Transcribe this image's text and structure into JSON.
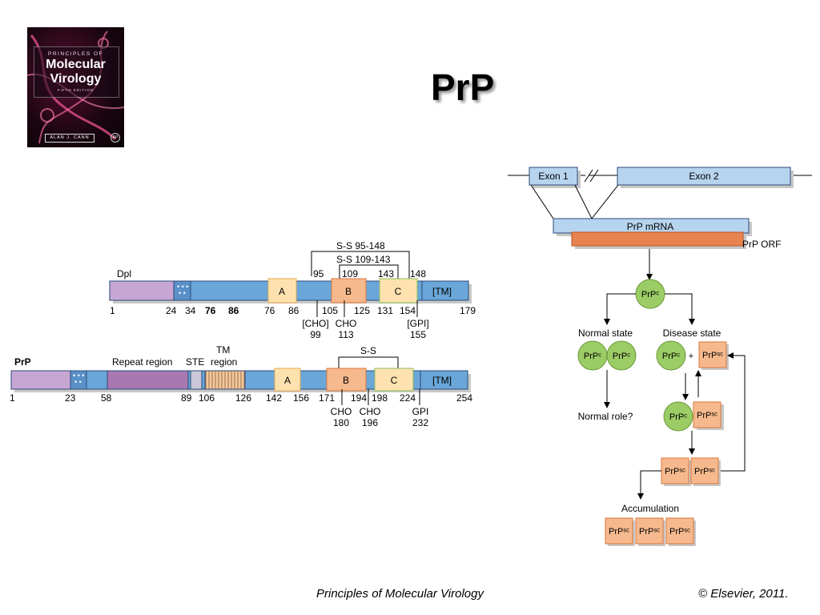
{
  "title": "PrP",
  "book_cover": {
    "series": "PRINCIPLES OF",
    "line1": "Molecular",
    "line2": "Virology",
    "edition": "FIFTH EDITION",
    "author": "ALAN J. CANN",
    "publisher_logo": "AP"
  },
  "footer": {
    "book": "Principles of Molecular Virology",
    "copyright": "© Elsevier, 2011."
  },
  "dpl": {
    "label": "Dpl",
    "ss1": "S-S   95-148",
    "ss2": "S-S 109-143",
    "bracket_left": "95",
    "bracket_109": "109",
    "bracket_143": "143",
    "bracket_148": "148",
    "box_a": "A",
    "box_b": "B",
    "box_c": "C",
    "box_tm": "[TM]",
    "ticks": [
      "1",
      "24",
      "34",
      "76",
      "86",
      "76",
      "86",
      "105",
      "125",
      "131",
      "154",
      "179"
    ],
    "sub1": "[CHO]",
    "sub1n": "99",
    "sub2": "CHO",
    "sub2n": "113",
    "sub3": "[GPI]",
    "sub3n": "155"
  },
  "prp": {
    "label": "PrP",
    "repeat": "Repeat region",
    "ste": "STE",
    "tm1": "TM",
    "tm2": "region",
    "ss": "S-S",
    "box_a": "A",
    "box_b": "B",
    "box_c": "C",
    "box_tm": "[TM]",
    "ticks": [
      "1",
      "23",
      "58",
      "89",
      "106",
      "126",
      "142",
      "156",
      "171",
      "194",
      "198",
      "224",
      "254"
    ],
    "sub1": "CHO",
    "sub1n": "180",
    "sub2": "CHO",
    "sub2n": "196",
    "sub3": "GPI",
    "sub3n": "232"
  },
  "gene": {
    "exon1": "Exon 1",
    "exon2": "Exon 2",
    "mrna": "PrP mRNA",
    "orf": "PrP ORF"
  },
  "pathway": {
    "prpc": "PrPᶜ",
    "prpsc": "PrPˢᶜ",
    "normal_state": "Normal state",
    "disease_state": "Disease state",
    "plus": "+",
    "normal_role": "Normal role?",
    "accumulation": "Accumulation"
  },
  "colors": {
    "blue": "#6aa6d8",
    "lilac": "#c7a6d4",
    "purple": "#a779b0",
    "peach": "#f6b98d",
    "orange_bar": "#e8834f",
    "green": "#9ccc65"
  }
}
